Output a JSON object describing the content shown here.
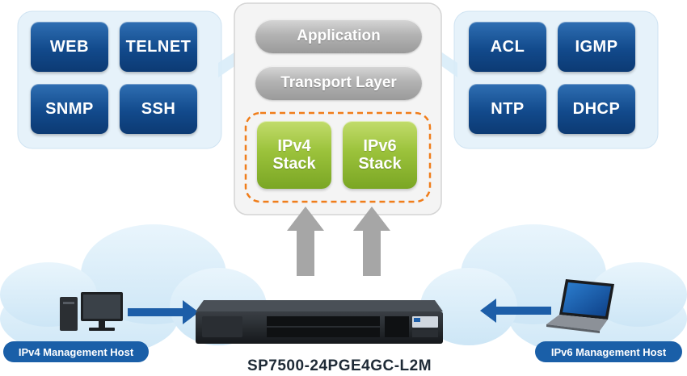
{
  "protocols_left": [
    "WEB",
    "TELNET",
    "SNMP",
    "SSH"
  ],
  "protocols_right": [
    "ACL",
    "IGMP",
    "NTP",
    "DHCP"
  ],
  "layers": {
    "application": "Application",
    "transport": "Transport Layer"
  },
  "stacks": {
    "ipv4": {
      "line1": "IPv4",
      "line2": "Stack"
    },
    "ipv6": {
      "line1": "IPv6",
      "line2": "Stack"
    }
  },
  "hosts": {
    "ipv4": "IPv4 Management Host",
    "ipv6": "IPv6 Management Host"
  },
  "device": {
    "model": "SP7500-24PGE4GC-L2M"
  },
  "colors": {
    "protocol_tile": "#124a8c",
    "panel_bg": "#e6f2fa",
    "layer_bar": "#b3b3b3",
    "stack_tile": "#9bc23b",
    "stack_border": "#f07d1a",
    "host_label": "#1a5fa8",
    "cloud": "#d4eaf8",
    "arrow_gray": "#a6a6a6",
    "arrow_blue": "#1d5ea8"
  }
}
